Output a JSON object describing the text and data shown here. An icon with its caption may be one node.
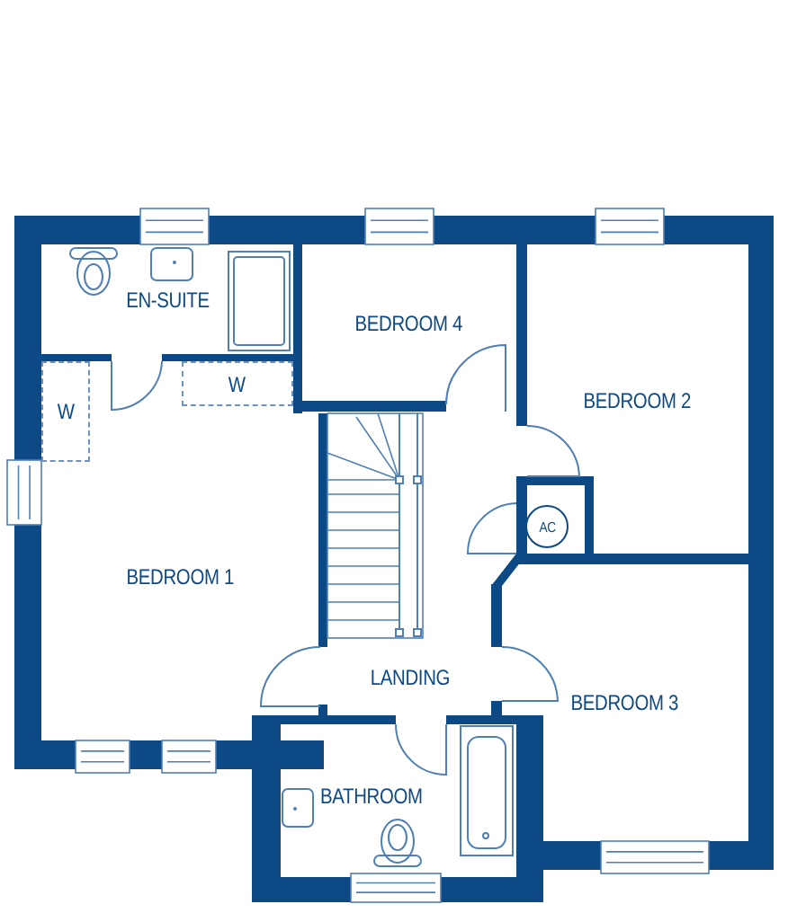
{
  "diagram": {
    "nodes": [
      {
        "text": [
          "EN-SUITE"
        ]
      },
      {
        "text": [
          "BEDROOM 4"
        ]
      },
      {
        "text": [
          "BEDROOM 2"
        ]
      },
      {
        "text": [
          "W"
        ]
      },
      {
        "text": [
          "W"
        ]
      },
      {
        "text": [
          "AC"
        ]
      },
      {
        "text": [
          "BEDROOM 1"
        ]
      },
      {
        "text": [
          "LANDING"
        ]
      },
      {
        "text": [
          "BEDROOM 3"
        ]
      },
      {
        "text": [
          "BATHROOM"
        ]
      }
    ]
  }
}
